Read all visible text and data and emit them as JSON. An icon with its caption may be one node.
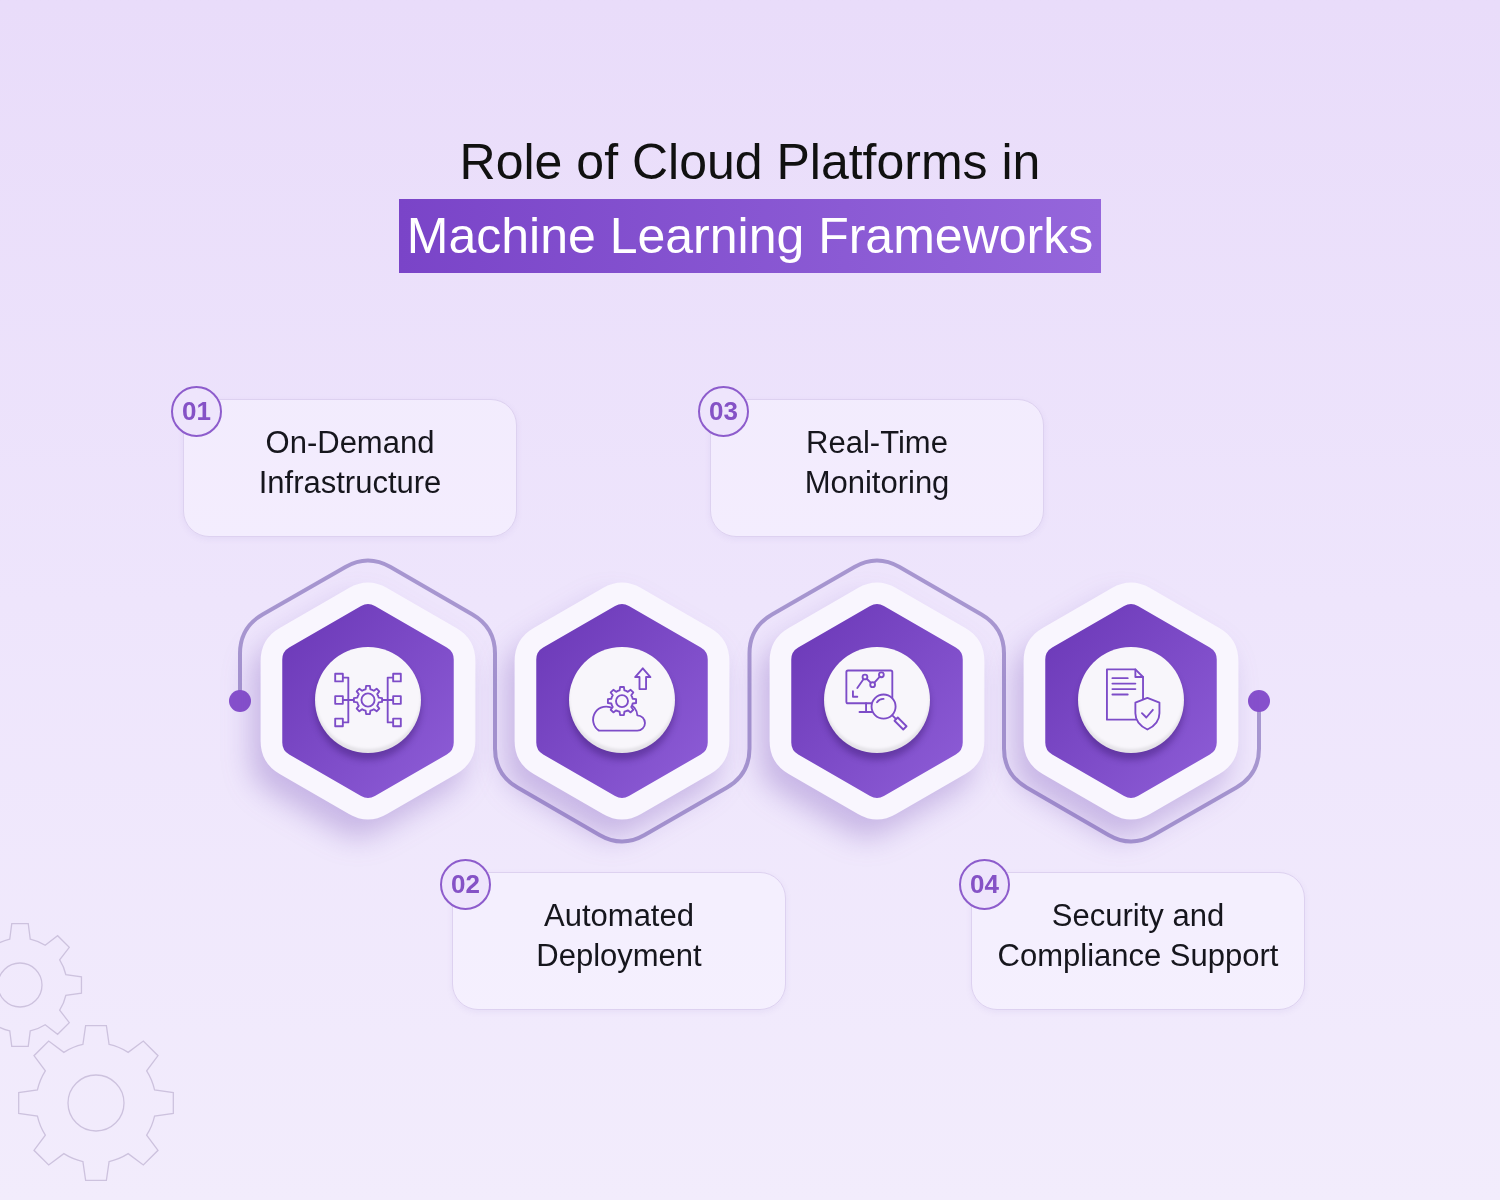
{
  "diagram": {
    "title": "Role of Cloud Platforms in",
    "nodes": [
      {
        "text": [
          "01",
          "On-Demand Infrastructure"
        ]
      },
      {
        "text": [
          "03",
          "Real-Time Monitoring"
        ]
      },
      {
        "text": [],
        "shape": "hexagon"
      },
      {
        "text": [],
        "shape": "hexagon"
      },
      {
        "text": [],
        "shape": "hexagon"
      },
      {
        "text": [],
        "shape": "hexagon"
      },
      {
        "text": [
          "02",
          "Automated Deployment"
        ]
      },
      {
        "text": [
          "04",
          "Security and Compliance Support"
        ]
      }
    ],
    "labels": [
      "Machine Learning Frameworks"
    ]
  }
}
